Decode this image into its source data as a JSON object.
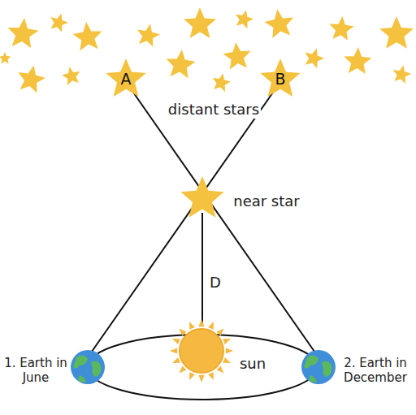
{
  "diagram": {
    "nodes": [
      {
        "text": [
          "A"
        ]
      },
      {
        "text": [
          "B"
        ]
      }
    ],
    "labels": [
      "distant stars",
      "near star",
      "D",
      "1. Earth in June",
      "sun",
      "2. Earth in December"
    ]
  }
}
